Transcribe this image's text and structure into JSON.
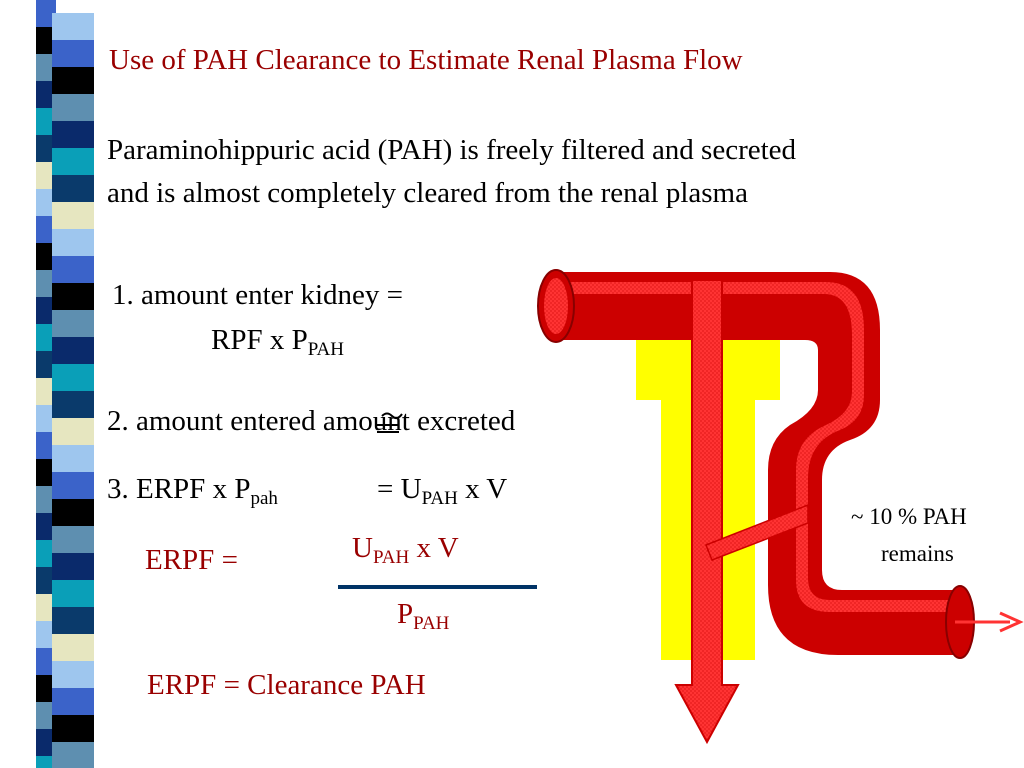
{
  "slide": {
    "title": "Use of PAH Clearance to Estimate Renal Plasma Flow",
    "intro_line1": "Paraminohippuric acid (PAH) is freely filtered and secreted",
    "intro_line2": "and is almost completely cleared from the renal plasma"
  },
  "steps": {
    "s1_line1": "1. amount enter kidney =",
    "s1_line2_main": "RPF x  P",
    "s1_line2_sub": "PAH",
    "s2_left": "2. amount entered",
    "s2_right": "amount excreted",
    "s3_left_main": "3. ERPF x  P",
    "s3_left_sub": "pah",
    "s3_eq": "= U",
    "s3_sub": "PAH",
    "s3_tail": " x V"
  },
  "equation": {
    "lhs": "ERPF =",
    "num_main": "U",
    "num_sub": "PAH",
    "num_tail": " x V",
    "den_main": "P",
    "den_sub": "PAH"
  },
  "result": "ERPF = Clearance PAH",
  "diagram": {
    "note_line1": "~ 10 %  PAH",
    "note_line2": "remains"
  },
  "colors": {
    "title": "#990000",
    "accent_red": "#cc0000",
    "vessel_light": "#ff3333",
    "yellow": "#ffff00",
    "fraction_line": "#003366"
  },
  "stripe_colors": [
    "#3b63c9",
    "#0a2a6b",
    "#e6e6c0",
    "#000000",
    "#0a9fb8",
    "#9ec6ee",
    "#5e8fb0",
    "#0a3a6b"
  ]
}
